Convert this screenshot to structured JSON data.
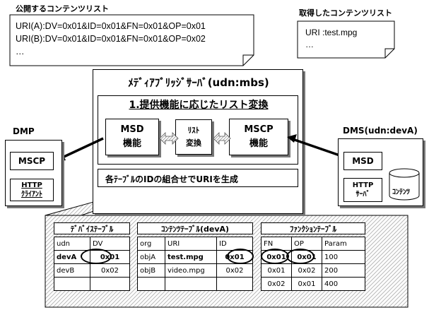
{
  "published_list": {
    "heading": "公開するコンテンツリスト",
    "lines": [
      "URI(A):DV=0x01&ID=0x01&FN=0x01&OP=0x01",
      "URI(B):DV=0x01&ID=0x01&FN=0x01&OP=0x02",
      "…"
    ]
  },
  "acquired_list": {
    "heading": "取得したコンテンツリスト",
    "lines": [
      "URI :test.mpg",
      "…"
    ]
  },
  "mbs": {
    "title": "ﾒﾃﾞｨｱﾌﾞﾘｯｼﾞｻｰﾊﾞ(udn:mbs)",
    "convert_title": "1.提供機能に応じたリスト変換",
    "msd_function": "MSD\n機能",
    "list_convert": "ﾘｽﾄ\n変換",
    "mscp_function": "MSCP\n機能",
    "uri_generate": "各ﾃｰﾌﾞﾙのIDの組合せでURIを生成"
  },
  "dmp": {
    "label": "DMP",
    "mscp": "MSCP",
    "http_client": "HTTP\nｸﾗｲｱﾝﾄ"
  },
  "dms": {
    "label": "DMS(udn:devA)",
    "msd": "MSD",
    "http_server": "HTTP\nｻｰﾊﾞ",
    "contents": "ｺﾝﾃﾝﾂ"
  },
  "device_table": {
    "title": "ﾃﾞﾊﾞｲｽﾃｰﾌﾞﾙ",
    "header": [
      "udn",
      "DV"
    ],
    "rows": [
      [
        "devA",
        "0x01"
      ],
      [
        "devB",
        "0x02"
      ],
      [
        "",
        ""
      ]
    ]
  },
  "content_table": {
    "title": "ｺﾝﾃﾝﾂﾃｰﾌﾞﾙ(devA)",
    "header": [
      "org",
      "URI",
      "ID"
    ],
    "rows": [
      [
        "objA",
        "test.mpg",
        "0x01"
      ],
      [
        "objB",
        "video.mpg",
        "0x02"
      ],
      [
        "",
        "",
        ""
      ]
    ]
  },
  "function_table": {
    "title": "ﾌｧﾝｸｼｮﾝﾃｰﾌﾞﾙ",
    "header": [
      "FN",
      "OP",
      "Param"
    ],
    "rows": [
      [
        "0x01",
        "0x01",
        "100"
      ],
      [
        "0x01",
        "0x02",
        "200"
      ],
      [
        "0x02",
        "0x01",
        "400"
      ]
    ]
  }
}
